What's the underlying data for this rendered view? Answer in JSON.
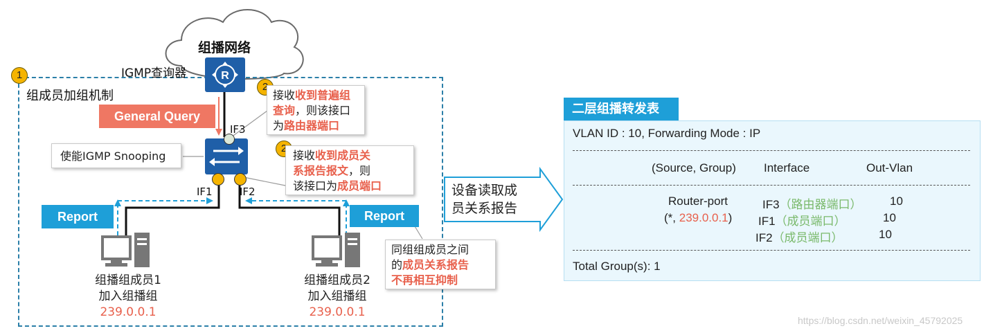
{
  "cloud_label": "组播网络",
  "querier_label": "IGMP查询器",
  "frame_title": "组成员加组机制",
  "step1_badge": "1",
  "step2_badge": "2",
  "step2b_badge": "2",
  "general_query_label": "General Query",
  "if3_label": "IF3",
  "if1_label": "IF1",
  "if2_label": "IF2",
  "snooping_label": "使能IGMP Snooping",
  "callout1": {
    "p1": "接收",
    "h1": "收到普遍组",
    "h2": "查询",
    "p2": "，则该接口",
    "p3": "为",
    "h3": "路由器端口"
  },
  "callout2": {
    "p1": "接收",
    "h1": "收到成员关",
    "h2": "系报告报文",
    "p2": "，则",
    "p3": "该接口为",
    "h3": "成员端口"
  },
  "report_left": "Report",
  "report_right": "Report",
  "member1": {
    "line1": "组播组成员1",
    "line2": "加入组播组",
    "group": "239.0.0.1"
  },
  "member2": {
    "line1": "组播组成员2",
    "line2": "加入组播组",
    "group": "239.0.0.1"
  },
  "callout3": {
    "p1": "同组组成员之间",
    "p2": "的",
    "h1": "成员关系报告",
    "h2": "不再相互抑制"
  },
  "arrow_text": {
    "line1": "设备读取成",
    "line2": "员关系报告"
  },
  "table": {
    "title": "二层组播转发表",
    "header_line": "VLAN ID : 10, Forwarding Mode : IP",
    "col_source_group": "(Source, Group)",
    "col_interface": "Interface",
    "col_out_vlan": "Out-Vlan",
    "router_port": "Router-port",
    "entry_prefix": "(*, ",
    "entry_group": "239.0.0.1",
    "entry_suffix": ")",
    "rows": [
      {
        "iface": "IF3",
        "role": "（路由器端口）",
        "vlan": "10"
      },
      {
        "iface": "IF1",
        "role": "（成员端口）",
        "vlan": "10"
      },
      {
        "iface": "IF2",
        "role": "（成员端口）",
        "vlan": "10"
      }
    ],
    "total": "Total Group(s): 1"
  },
  "watermark": "https://blog.csdn.net/weixin_45792025",
  "colors": {
    "accent_blue": "#1e9fd8",
    "accent_red": "#ef7763",
    "highlight": "#e8604c",
    "badge": "#f5b400",
    "port_green": "#79b96a"
  }
}
